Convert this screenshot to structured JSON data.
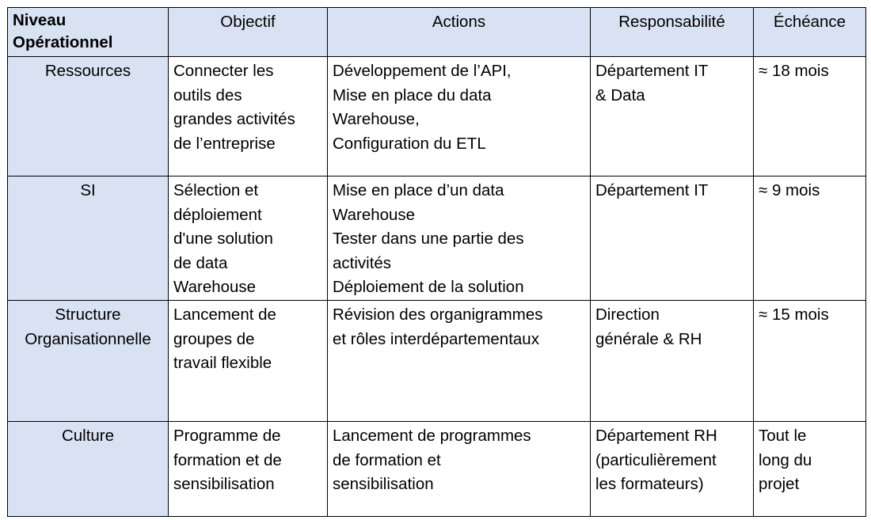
{
  "table": {
    "headers": {
      "level": [
        "Niveau",
        "Opérationnel"
      ],
      "objective": "Objectif",
      "actions": "Actions",
      "responsibility": "Responsabilité",
      "deadline": "Échéance"
    },
    "rows": [
      {
        "level": [
          "Ressources"
        ],
        "objective": [
          "Connecter les",
          "outils des",
          "grandes activités",
          "de l’entreprise"
        ],
        "actions": [
          "Développement de l’API,",
          "Mise en place du data",
          "Warehouse,",
          "Configuration du ETL"
        ],
        "responsibility": [
          "Département IT",
          "& Data"
        ],
        "deadline": [
          "≈ 18 mois"
        ]
      },
      {
        "level": [
          "SI"
        ],
        "objective": [
          "Sélection et",
          "déploiement",
          "d'une solution",
          "de data",
          "Warehouse"
        ],
        "actions": [
          "Mise en place d’un data",
          "Warehouse",
          "Tester dans une partie des",
          "activités",
          "Déploiement de la solution"
        ],
        "responsibility": [
          "Département IT"
        ],
        "deadline": [
          "≈ 9 mois"
        ]
      },
      {
        "level": [
          "Structure",
          "Organisationnelle"
        ],
        "objective": [
          "Lancement de",
          "groupes de",
          "travail flexible"
        ],
        "actions": [
          "Révision des organigrammes",
          "et rôles interdépartementaux"
        ],
        "responsibility": [
          "Direction",
          "générale & RH"
        ],
        "deadline": [
          "≈ 15 mois"
        ]
      },
      {
        "level": [
          "Culture"
        ],
        "objective": [
          "Programme de",
          "formation et de",
          "sensibilisation"
        ],
        "actions": [
          "Lancement de programmes",
          "de formation et",
          "sensibilisation"
        ],
        "responsibility": [
          "Département RH",
          "(particulièrement",
          "les formateurs)"
        ],
        "deadline": [
          "Tout le",
          "long du",
          "projet"
        ]
      }
    ]
  }
}
